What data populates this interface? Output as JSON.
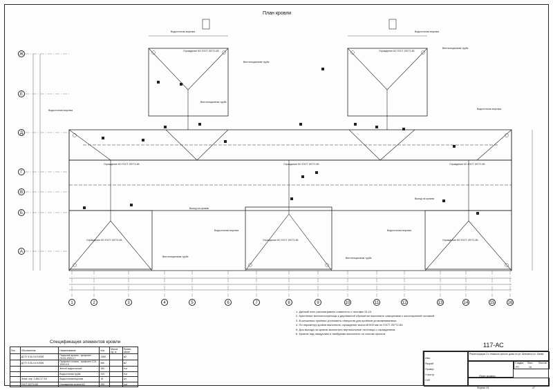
{
  "plan_title": "План кровли",
  "axes_bottom": [
    "1",
    "2",
    "3",
    "4",
    "5",
    "6",
    "7",
    "8",
    "9",
    "10",
    "11",
    "12",
    "13",
    "14",
    "15",
    "16"
  ],
  "axes_left": [
    "А",
    "Б",
    "В",
    "Г",
    "Д",
    "Е",
    "Ж"
  ],
  "roof_labels": {
    "drain": "Водосточная воронка",
    "pipe": "Вентиляционная труба",
    "fence": "Ограждение КО ГОСТ 25772-83",
    "exit": "Выход на кровлю"
  },
  "notes": [
    "1. Данный лист рассматривать совместно с листами 15-19.",
    "2. Крепление металлочерепицы к деревянной обрешётке выполнять саморезами с шестигранной головкой.",
    "3. В конькевых проёмах установить отверстия для проёмов устанавливаемых.",
    "4. По периметру кровли выполнить ограждение высотой 600 мм по ГОСТ 25772-83.",
    "5. Для выхода на кровлю выполнить вертикальные лестницы с ограждением.",
    "6. Кровлю над пандусами и тамбурами выполнить по листам проекта."
  ],
  "spec": {
    "title": "Спецификация элементов кровли",
    "headers": [
      "Поз.",
      "Обозначение",
      "Наименование",
      "Кол.",
      "Масса ед. кг",
      "Приме-чание"
    ],
    "rows": [
      [
        "",
        "ДСТУ Б В.2.6-9:2008",
        "Покрытие кровли - профлист НС44-1000-0.7",
        "1360",
        "",
        "м2"
      ],
      [
        "",
        "ДСТУ Б В.2.6-9:2008",
        "Профлист конька - профлист С21-1000-0.6",
        "660",
        "",
        "м2"
      ],
      [
        "",
        "",
        "Желоб водосточный",
        "290",
        "",
        "п.м"
      ],
      [
        "",
        "",
        "Водосточная труба",
        "310",
        "",
        "п.м"
      ],
      [
        "",
        "Элем. сер. 1.464-17 3.6",
        "Водосточная воронка",
        "16",
        "",
        "шт"
      ],
      [
        "",
        "ГОСТ 25772-83",
        "Ограждение кровли КО",
        "290",
        "",
        "п.м"
      ]
    ]
  },
  "stamp": {
    "code": "117-АС",
    "project": "Реконструкция 3-х этажного жилого дома по ул. Шевченко в г. Киеве",
    "sheet_name": "План кровли",
    "stage_label": "Стадия",
    "sheet_label": "Лист",
    "sheets_label": "Листов",
    "stage": "РП",
    "sheet": "16",
    "rows": [
      "Изм.",
      "Разраб.",
      "Провер.",
      "Н.контр.",
      "ГИП"
    ]
  },
  "format": "Формат А1",
  "sheet_corner": "47"
}
